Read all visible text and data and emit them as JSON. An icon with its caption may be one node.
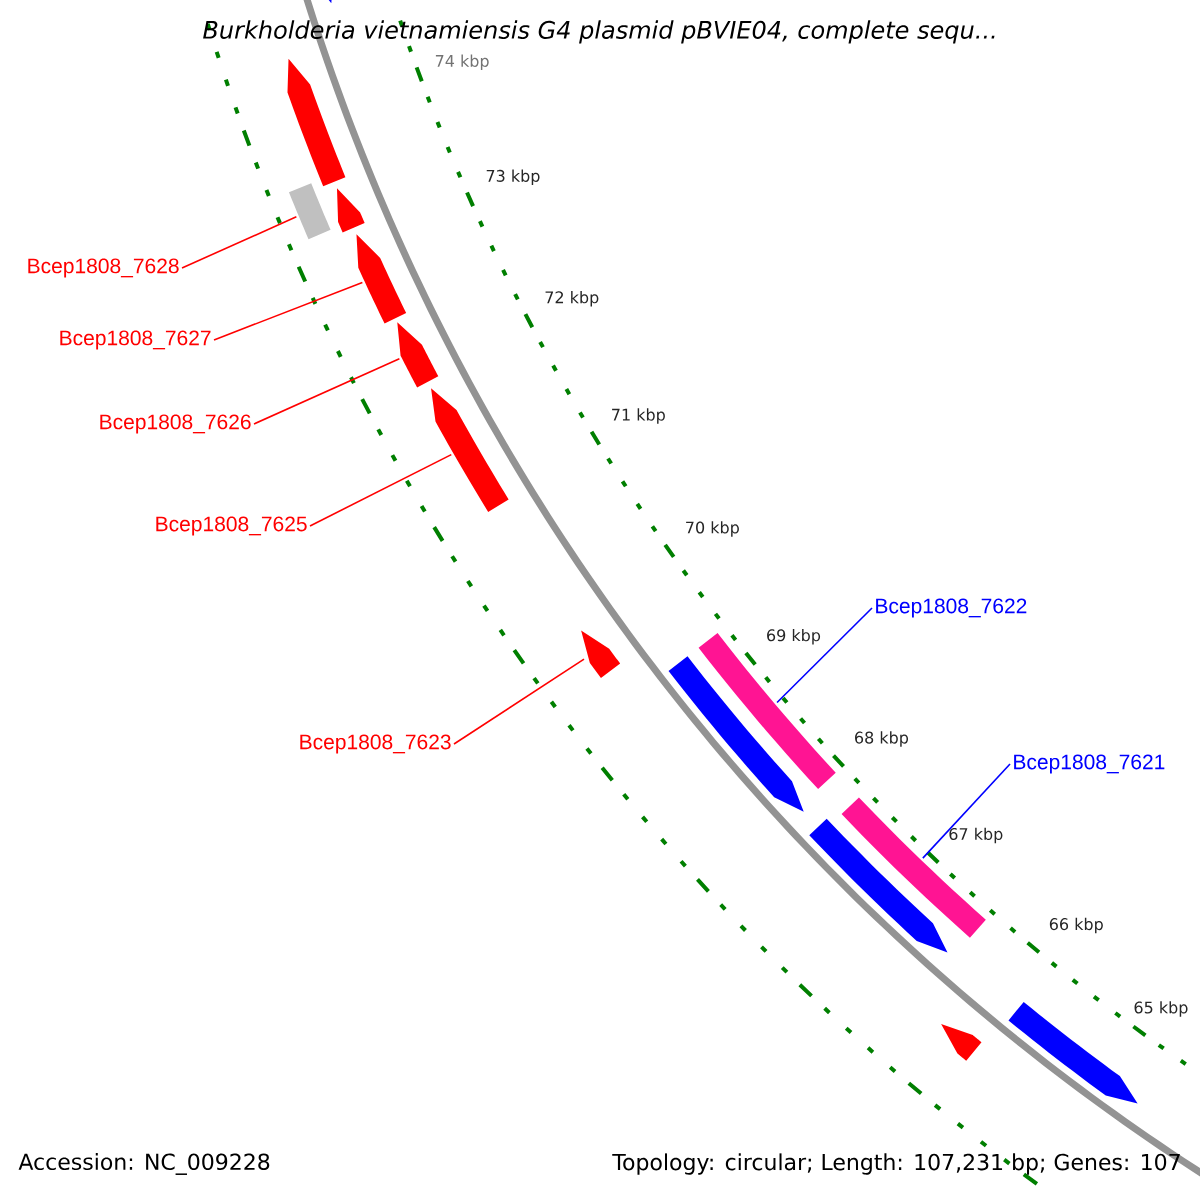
{
  "diagram": {
    "title": "Burkholderia vietnamiensis G4 plasmid pBVIE04, complete sequ...",
    "nodes": [
      {
        "text": [
          "Bcep1808_7628"
        ]
      },
      {
        "text": [
          "Bcep1808_7627"
        ]
      },
      {
        "text": [
          "Bcep1808_7626"
        ]
      },
      {
        "text": [
          "Bcep1808_7625"
        ]
      },
      {
        "text": [
          "Bcep1808_7623"
        ]
      },
      {
        "text": [
          "Bcep1808_7622"
        ]
      },
      {
        "text": [
          "Bcep1808_7621"
        ]
      },
      {
        "text": [],
        "shape": "bar"
      },
      {
        "text": [],
        "shape": "bar"
      },
      {
        "text": [],
        "shape": "bar"
      },
      {
        "text": [],
        "shape": "bar"
      },
      {
        "text": [],
        "shape": "bar"
      },
      {
        "text": [],
        "shape": "bar"
      },
      {
        "text": [],
        "shape": "bar"
      },
      {
        "text": [],
        "shape": "bar"
      },
      {
        "text": [],
        "shape": "bar"
      },
      {
        "text": [],
        "shape": "bar"
      },
      {
        "text": [],
        "shape": "bar"
      },
      {
        "text": [],
        "shape": "bar"
      },
      {
        "text": [],
        "shape": "bar"
      },
      {
        "text": [],
        "shape": "bar"
      }
    ],
    "edges": [
      {
        "from": 0,
        "to": 9,
        "arrow": "none",
        "color": "#ff0000"
      },
      {
        "from": 1,
        "to": 11,
        "arrow": "none",
        "color": "#ff0000"
      },
      {
        "from": 2,
        "to": 12,
        "arrow": "none",
        "color": "#ff0000"
      },
      {
        "from": 3,
        "to": 13,
        "arrow": "none",
        "color": "#ff0000"
      },
      {
        "from": 4,
        "to": 14,
        "arrow": "none",
        "color": "#ff0000"
      },
      {
        "from": 5,
        "to": 15,
        "arrow": "none",
        "color": "#0000ff"
      },
      {
        "from": 6,
        "to": 17,
        "arrow": "none",
        "color": "#0000ff"
      }
    ],
    "labels": [
      "74 kbp",
      "73 kbp",
      "72 kbp",
      "71 kbp",
      "70 kbp",
      "69 kbp",
      "68 kbp",
      "67 kbp",
      "66 kbp",
      "65 kbp",
      "Accession: NC_009228",
      "Topology: circular; Length: 107,231 bp; Genes: 107"
    ]
  }
}
